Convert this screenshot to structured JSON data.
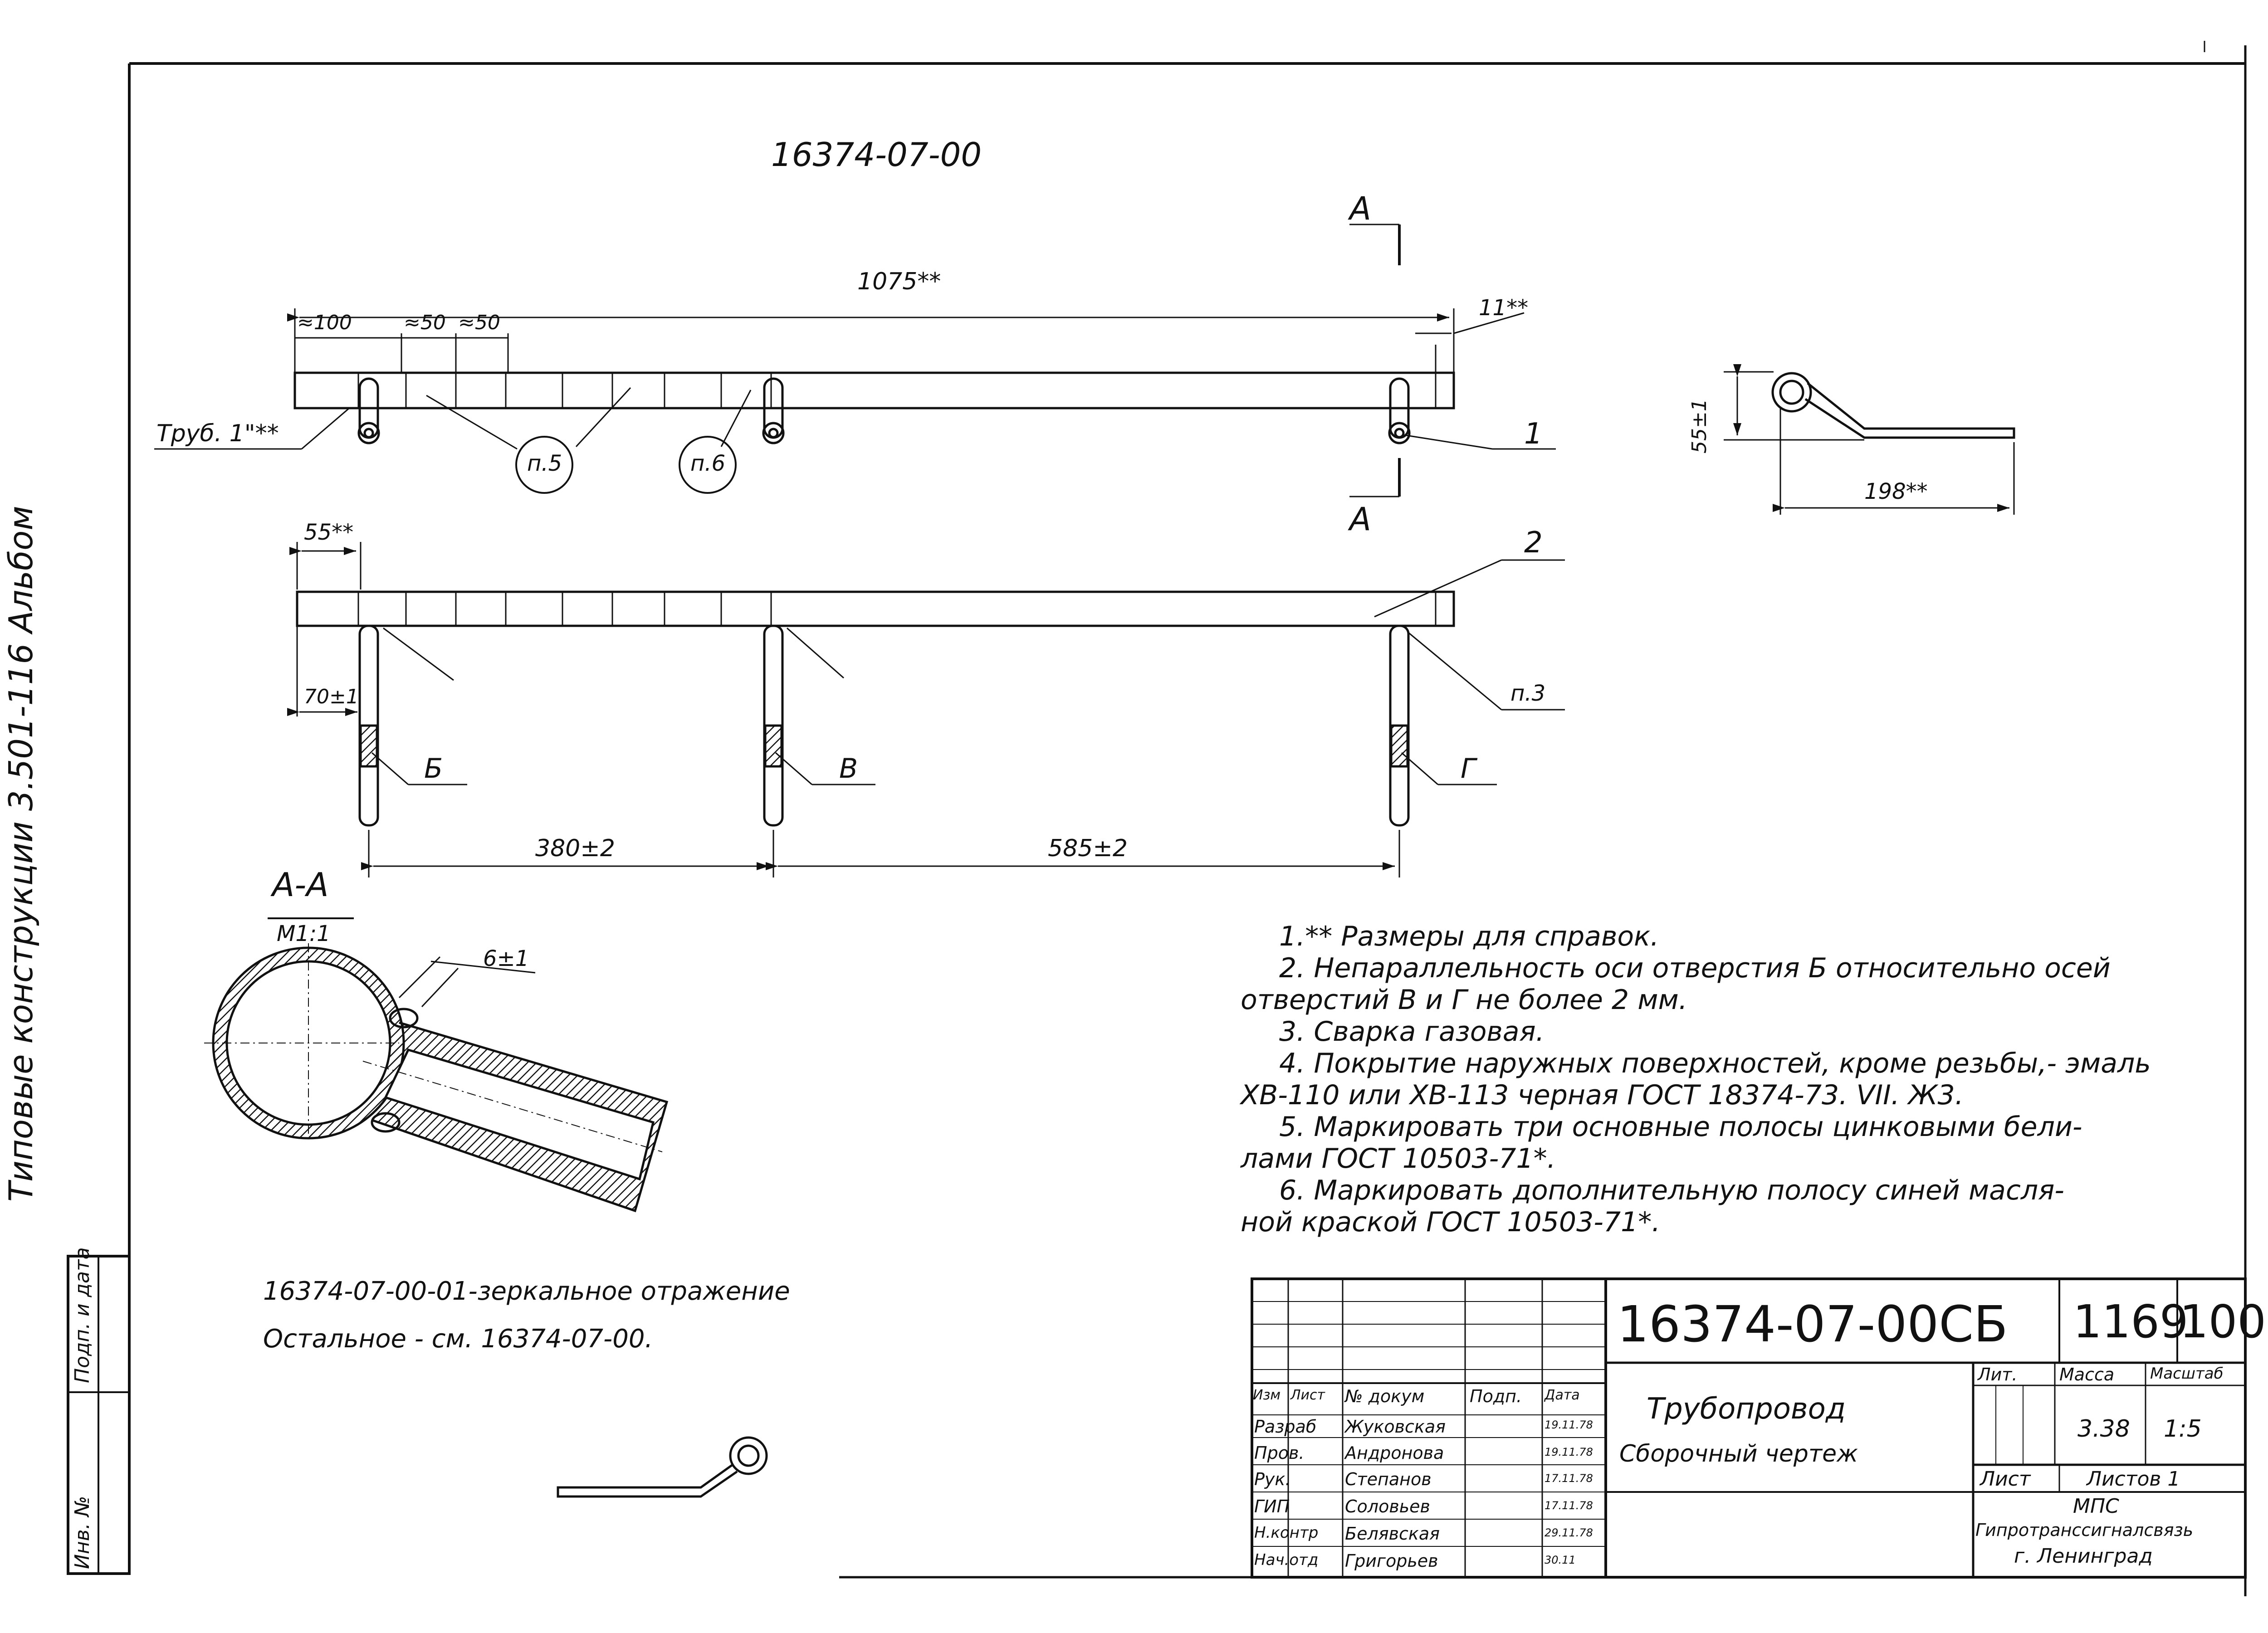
{
  "drawing_number_top": "16374-07-00",
  "side_binding": {
    "album": "Типовые конструкции 3.501-116 Альбом",
    "inv_label": "Инв. №",
    "sign_label": "Подп. и дата"
  },
  "dims": {
    "overall": "1075**",
    "left_offset": "≈100",
    "stripe_a": "≈50",
    "stripe_b": "≈50",
    "end": "11**",
    "pipe_label": "Труб. 1\"**",
    "ref_p5": "п.5",
    "ref_p6": "п.6",
    "pos1": "1",
    "pos2": "2",
    "section_a": "А",
    "height": "55±1",
    "depth": "198**",
    "front_left": "55**",
    "stud_len": "70±1",
    "span1": "380±2",
    "span2": "585±2",
    "hole_b": "Б",
    "hole_v": "В",
    "hole_g": "Г",
    "ref_p3": "п.3",
    "section_title": "А-А",
    "section_scale": "М1:1",
    "weld_dim": "6±1"
  },
  "mirror_note": {
    "line1": "16374-07-00-01-зеркальное отражение",
    "line2": "Остальное - см. 16374-07-00."
  },
  "notes": [
    "1.** Размеры для справок.",
    "2. Непараллельность оси отверстия Б относительно осей",
    "отверстий В и Г не более 2 мм.",
    "3. Сварка газовая.",
    "4. Покрытие наружных поверхностей, кроме резьбы,- эмаль",
    "ХВ-110 или ХВ-113 черная ГОСТ 18374-73. VII. Ж3.",
    "5. Маркировать три основные полосы цинковыми бели-",
    "лами ГОСТ 10503-71*.",
    "6. Маркировать дополнительную полосу синей масля-",
    "ной краской ГОСТ 10503-71*."
  ],
  "title_block": {
    "doc_number": "16374-07-00СБ",
    "album_code": "1169",
    "page": "100",
    "name": "Трубопровод",
    "doc_type": "Сборочный чертеж",
    "col_headers": [
      "Изм",
      "Лист",
      "№ докум",
      "Подп.",
      "Дата"
    ],
    "rows": [
      {
        "role": "Разраб",
        "name": "Жуковская",
        "date": "19.11.78"
      },
      {
        "role": "Пров.",
        "name": "Андронова",
        "date": "19.11.78"
      },
      {
        "role": "Рук.",
        "name": "Степанов",
        "date": "17.11.78"
      },
      {
        "role": "ГИП",
        "name": "Соловьев",
        "date": "17.11.78"
      },
      {
        "role": "Н.контр",
        "name": "Белявская",
        "date": "29.11.78"
      },
      {
        "role": "Нач.отд",
        "name": "Григорьев",
        "date": "30.11"
      }
    ],
    "lit_label": "Лит.",
    "mass_label": "Масса",
    "scale_label": "Масштаб",
    "mass": "3.38",
    "scale": "1:5",
    "sheet_label": "Лист",
    "sheets_label": "Листов 1",
    "org1": "МПС",
    "org2": "Гипротранссигналсвязь",
    "org3": "г. Ленинград"
  }
}
